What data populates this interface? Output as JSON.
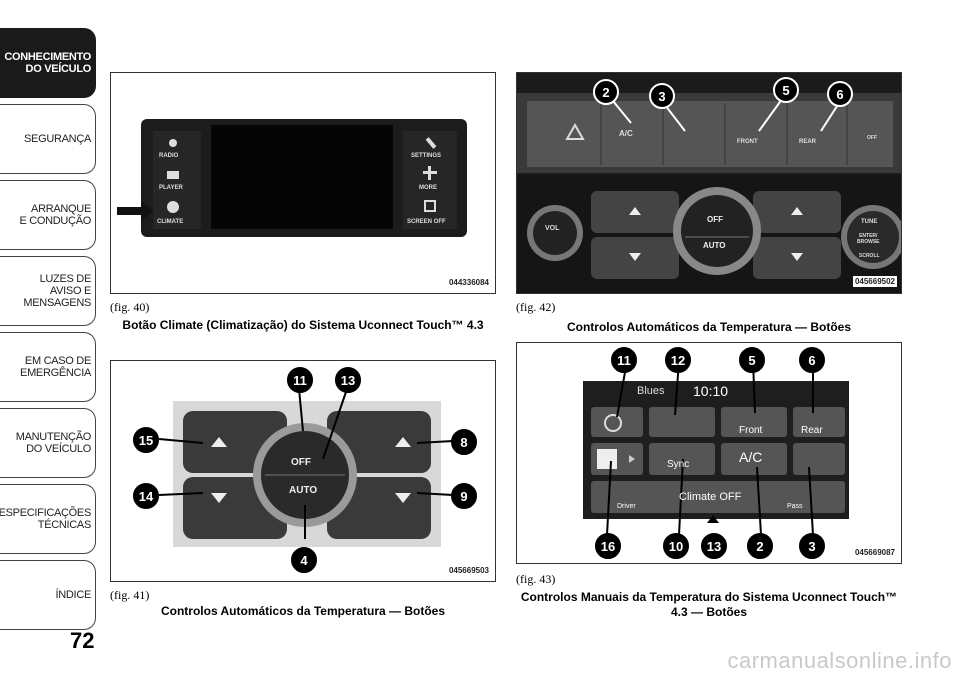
{
  "sidebar": {
    "tabs": [
      {
        "label": "CONHECIMENTO\nDO VEÍCULO",
        "active": true
      },
      {
        "label": "SEGURANÇA",
        "active": false
      },
      {
        "label": "ARRANQUE\nE CONDUÇÃO",
        "active": false
      },
      {
        "label": "LUZES DE\nAVISO E\nMENSAGENS",
        "active": false
      },
      {
        "label": "EM CASO DE\nEMERGÊNCIA",
        "active": false
      },
      {
        "label": "MANUTENÇÃO\nDO VEÍCULO",
        "active": false
      },
      {
        "label": "ESPECIFICAÇÕES\nTÉCNICAS",
        "active": false
      },
      {
        "label": "ÍNDICE",
        "active": false
      }
    ],
    "page_number": "72"
  },
  "fig40": {
    "ref": "(fig. 40)",
    "caption": "Botão Climate (Climatização) do Sistema Uconnect Touch™ 4.3",
    "code": "044336084",
    "buttons_left": [
      "RADIO",
      "PLAYER",
      "CLIMATE"
    ],
    "buttons_right": [
      "SETTINGS",
      "MORE",
      "SCREEN OFF"
    ]
  },
  "fig41": {
    "ref": "(fig. 41)",
    "caption": "Controlos Automáticos da Temperatura — Botões",
    "code": "045669503",
    "knob_off": "OFF",
    "knob_auto": "AUTO",
    "callouts": [
      "11",
      "13",
      "15",
      "8",
      "14",
      "9",
      "4"
    ]
  },
  "fig42": {
    "ref": "(fig. 42)",
    "caption": "Controlos Automáticos da Temperatura — Botões",
    "code": "045669502",
    "labels": {
      "ac": "A/C",
      "front": "FRONT",
      "rear": "REAR",
      "off": "OFF",
      "vol": "VOL",
      "tune": "TUNE",
      "enter": "ENTER/\nBROWSE",
      "scroll": "SCROLL"
    },
    "knob_off": "OFF",
    "knob_auto": "AUTO",
    "callouts": [
      "2",
      "3",
      "5",
      "6"
    ]
  },
  "fig43": {
    "ref": "(fig. 43)",
    "caption": "Controlos Manuais da Temperatura do Sistema Uconnect Touch™ 4.3 — Botões",
    "code": "045669087",
    "screen": {
      "source": "Blues",
      "time": "10:10",
      "front": "Front",
      "rear": "Rear",
      "ac": "A/C",
      "sync": "Sync",
      "climate_off": "Climate OFF",
      "driver": "Driver",
      "pass": "Pass"
    },
    "callouts_top": [
      "11",
      "12",
      "5",
      "6"
    ],
    "callouts_bottom": [
      "16",
      "10",
      "13",
      "2",
      "3"
    ]
  },
  "watermark": "carmanualsonline.info"
}
